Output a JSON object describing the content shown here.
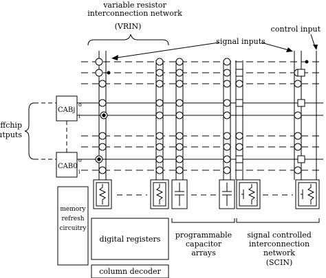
{
  "labels": {
    "vrin_line1": "variable resistor",
    "vrin_line2": "interconnection network",
    "vrin_abbr": "(VRIN)",
    "signal_inputs": "signal inputs",
    "control_input": "control input",
    "offchip_line1": "offchip",
    "offchip_line2": "outputs",
    "cabj": "CABj",
    "cab0": "CAB0",
    "port_o": "o",
    "port_i": "i",
    "memory_line1": "memory",
    "memory_line2": "refresh",
    "memory_line3": "circuitry",
    "digital_registers": "digital registers",
    "column_decoder": "column decoder",
    "pca_line1": "programmable",
    "pca_line2": "capacitor",
    "pca_line3": "arrays",
    "scin_line1": "signal controlled",
    "scin_line2": "interconnection",
    "scin_line3": "network",
    "scin_abbr": "(SCIN)"
  }
}
